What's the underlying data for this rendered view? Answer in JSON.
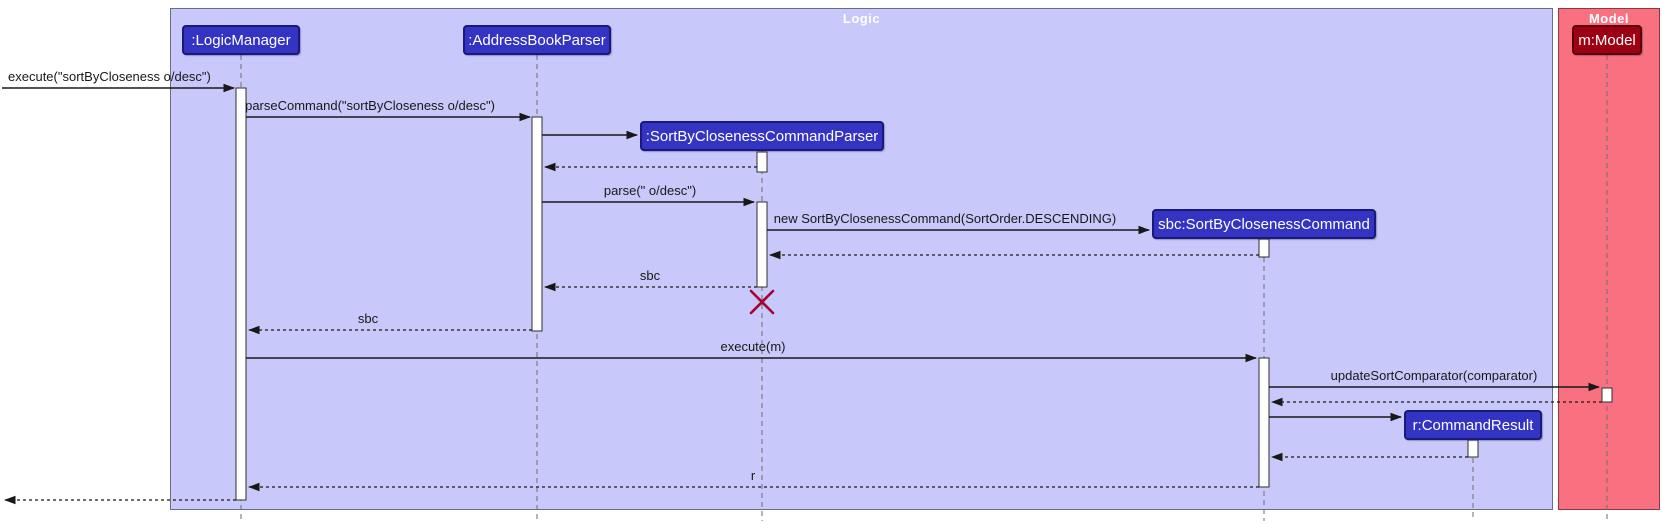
{
  "frames": {
    "logic": {
      "label": "Logic",
      "fill": "#C8C8FA"
    },
    "model": {
      "label": "Model",
      "fill": "#F97181"
    }
  },
  "participants": [
    {
      "id": "logic-manager",
      "label": ":LogicManager",
      "group": "logic"
    },
    {
      "id": "address-book-parser",
      "label": ":AddressBookParser",
      "group": "logic"
    },
    {
      "id": "sort-by-closeness-command-parser",
      "label": ":SortByClosenessCommandParser",
      "group": "logic"
    },
    {
      "id": "sbc-sort-by-closeness-command",
      "label": "sbc:SortByClosenessCommand",
      "group": "logic"
    },
    {
      "id": "r-command-result",
      "label": "r:CommandResult",
      "group": "logic"
    },
    {
      "id": "m-model",
      "label": "m:Model",
      "group": "model"
    }
  ],
  "messages": [
    {
      "id": "execute-found",
      "label": "execute(\"sortByCloseness o/desc\")",
      "kind": "sync"
    },
    {
      "id": "parse-command",
      "label": "parseCommand(\"sortByCloseness o/desc\")",
      "kind": "sync"
    },
    {
      "id": "parse",
      "label": "parse(\" o/desc\")",
      "kind": "sync"
    },
    {
      "id": "new-command",
      "label": "new SortByClosenessCommand(SortOrder.DESCENDING)",
      "kind": "sync"
    },
    {
      "id": "return-sbc-to-abp",
      "label": "sbc",
      "kind": "return"
    },
    {
      "id": "return-sbc-to-logic-mgr",
      "label": "sbc",
      "kind": "return"
    },
    {
      "id": "execute-m",
      "label": "execute(m)",
      "kind": "sync"
    },
    {
      "id": "update-sort-comparator",
      "label": "updateSortComparator(comparator)",
      "kind": "sync"
    },
    {
      "id": "return-r",
      "label": "r",
      "kind": "return"
    }
  ],
  "colors": {
    "logic_participant_fill": "#3333C4",
    "model_participant_fill": "#9D0012",
    "logic_frame_fill": "#C8C8FA",
    "model_frame_fill": "#F97181",
    "destroy_x": "#A80036",
    "message_line": "#181818"
  }
}
